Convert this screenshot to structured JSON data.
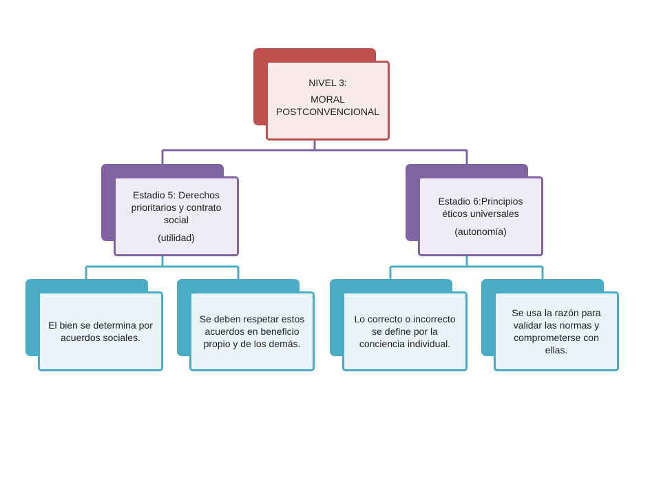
{
  "colors": {
    "red_fill": "#c0504d",
    "red_front_bg": "#f8ebea",
    "red_border": "#c0504d",
    "purple_fill": "#8064a2",
    "purple_front_bg": "#f0ecf5",
    "purple_border": "#8064a2",
    "teal_fill": "#4bacc6",
    "teal_front_bg": "#e9f4f8",
    "teal_border": "#4bacc6"
  },
  "root": {
    "line1": "NIVEL 3:",
    "line2": "MORAL POSTCONVENCIONAL"
  },
  "stage5": {
    "title": "Estadio 5: Derechos prioritarios y contrato social",
    "subtitle": "(utilidad)",
    "children": [
      {
        "text": "El bien se determina por acuerdos sociales."
      },
      {
        "text": "Se deben respetar estos acuerdos en beneficio propio y de los demás."
      }
    ]
  },
  "stage6": {
    "title": "Estadio 6:Principios éticos universales",
    "subtitle": "(autonomía)",
    "children": [
      {
        "text": "Lo correcto o incorrecto se define por la conciencia individual."
      },
      {
        "text": "Se usa la razón para validar las normas y comprometerse con ellas."
      }
    ]
  }
}
